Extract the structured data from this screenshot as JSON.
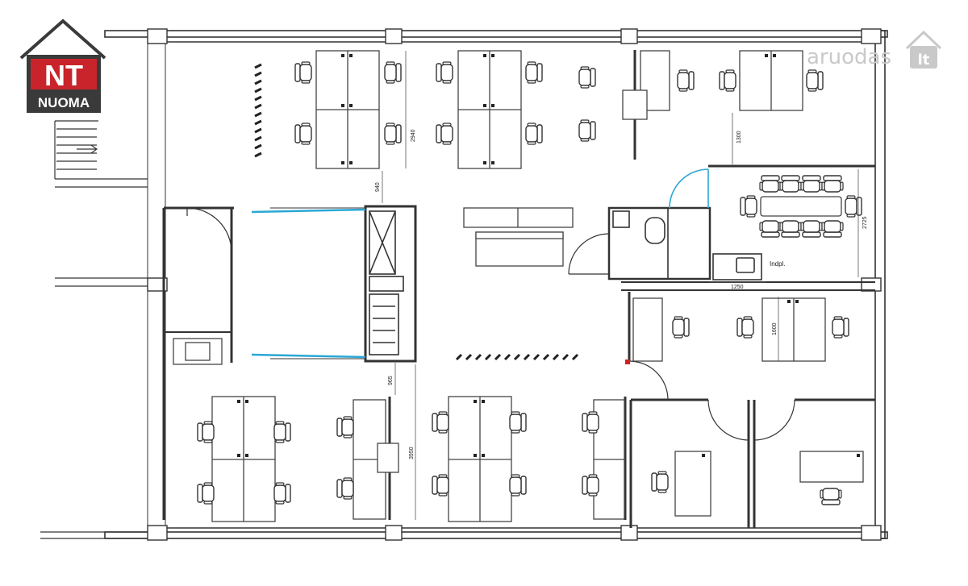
{
  "logo": {
    "top_text": "NT",
    "bottom_text": "NUOMA",
    "colors": {
      "dark": "#3a3a3a",
      "red": "#c9242b"
    }
  },
  "watermark": {
    "text": "aruodas",
    "suffix": "lt",
    "color": "#c9c9c9"
  },
  "dimensions": {
    "top_left_cluster_height": "2940",
    "below_top_left_cluster": "940",
    "top_right_office_height": "1300",
    "meeting_room_height": "2725",
    "kitchen_width": "1250",
    "right_middle_desk": "1600",
    "bottom_gap": "965",
    "bottom_cluster_height": "3950"
  },
  "labels": {
    "kitchen": "Indpl."
  },
  "colors": {
    "walls": "#333333",
    "glass": "#2aa7d6",
    "accent_red": "#d41f1f",
    "furniture": "#444444"
  }
}
